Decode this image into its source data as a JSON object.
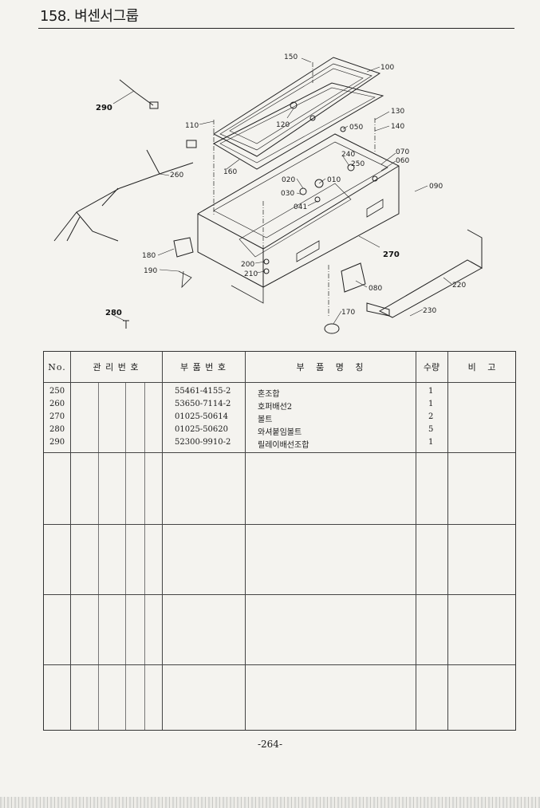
{
  "header": {
    "title": "158. 벼센서그룹"
  },
  "callouts": [
    "150",
    "100",
    "290",
    "110",
    "120",
    "050",
    "130",
    "140",
    "160",
    "260",
    "240",
    "250",
    "070",
    "060",
    "020",
    "010",
    "090",
    "030",
    "041",
    "180",
    "190",
    "200",
    "210",
    "270",
    "080",
    "220",
    "280",
    "170",
    "230"
  ],
  "table": {
    "columns": [
      "No.",
      "관 리 번 호",
      "부 품 번 호",
      "부   품   명   칭",
      "수량",
      "비   고"
    ],
    "rows": [
      {
        "no": "250",
        "part_no": "55461-4155-2",
        "name": "혼조합",
        "qty": "1"
      },
      {
        "no": "260",
        "part_no": "53650-7114-2",
        "name": "호퍼배선2",
        "qty": "1"
      },
      {
        "no": "270",
        "part_no": "01025-50614",
        "name": "볼트",
        "qty": "2"
      },
      {
        "no": "280",
        "part_no": "01025-50620",
        "name": "와셔붙임볼트",
        "qty": "5"
      },
      {
        "no": "290",
        "part_no": "52300-9910-2",
        "name": "릴레이배선조합",
        "qty": "1"
      }
    ]
  },
  "footer": {
    "page_number": "-264-"
  }
}
